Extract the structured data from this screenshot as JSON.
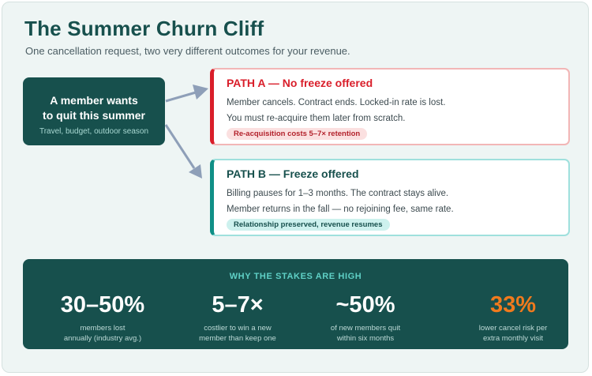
{
  "header": {
    "title": "The Summer Churn Cliff",
    "subtitle": "One cancellation request, two very different outcomes for your revenue."
  },
  "origin": {
    "line1": "A member wants",
    "line2": "to quit this summer",
    "note": "Travel, budget, outdoor season"
  },
  "paths": [
    {
      "title": "PATH A — No freeze offered",
      "line1": "Member cancels. Contract ends. Locked-in rate is lost.",
      "line2": "You must re-acquire them later from scratch.",
      "tag": "Re-acquisition costs 5–7× retention"
    },
    {
      "title": "PATH B — Freeze offered",
      "line1": "Billing pauses for 1–3 months. The contract stays alive.",
      "line2": "Member returns in the fall — no rejoining fee, same rate.",
      "tag": "Relationship preserved, revenue resumes"
    }
  ],
  "stakes": {
    "title": "WHY THE STAKES ARE HIGH",
    "stats": [
      {
        "value": "30–50%",
        "desc1": "members lost",
        "desc2": "annually (industry avg.)"
      },
      {
        "value": "5–7×",
        "desc1": "costlier to win a new",
        "desc2": "member than keep one"
      },
      {
        "value": "~50%",
        "desc1": "of new members quit",
        "desc2": "within six months"
      },
      {
        "value": "33%",
        "desc1": "lower cancel risk per",
        "desc2": "extra monthly visit"
      }
    ]
  },
  "colors": {
    "brand_teal": "#17504d",
    "path_a_red": "#d91e2a",
    "path_b_teal": "#0f8f86",
    "accent_orange": "#f07a1d",
    "arrow_gray": "#8e9fb8"
  }
}
